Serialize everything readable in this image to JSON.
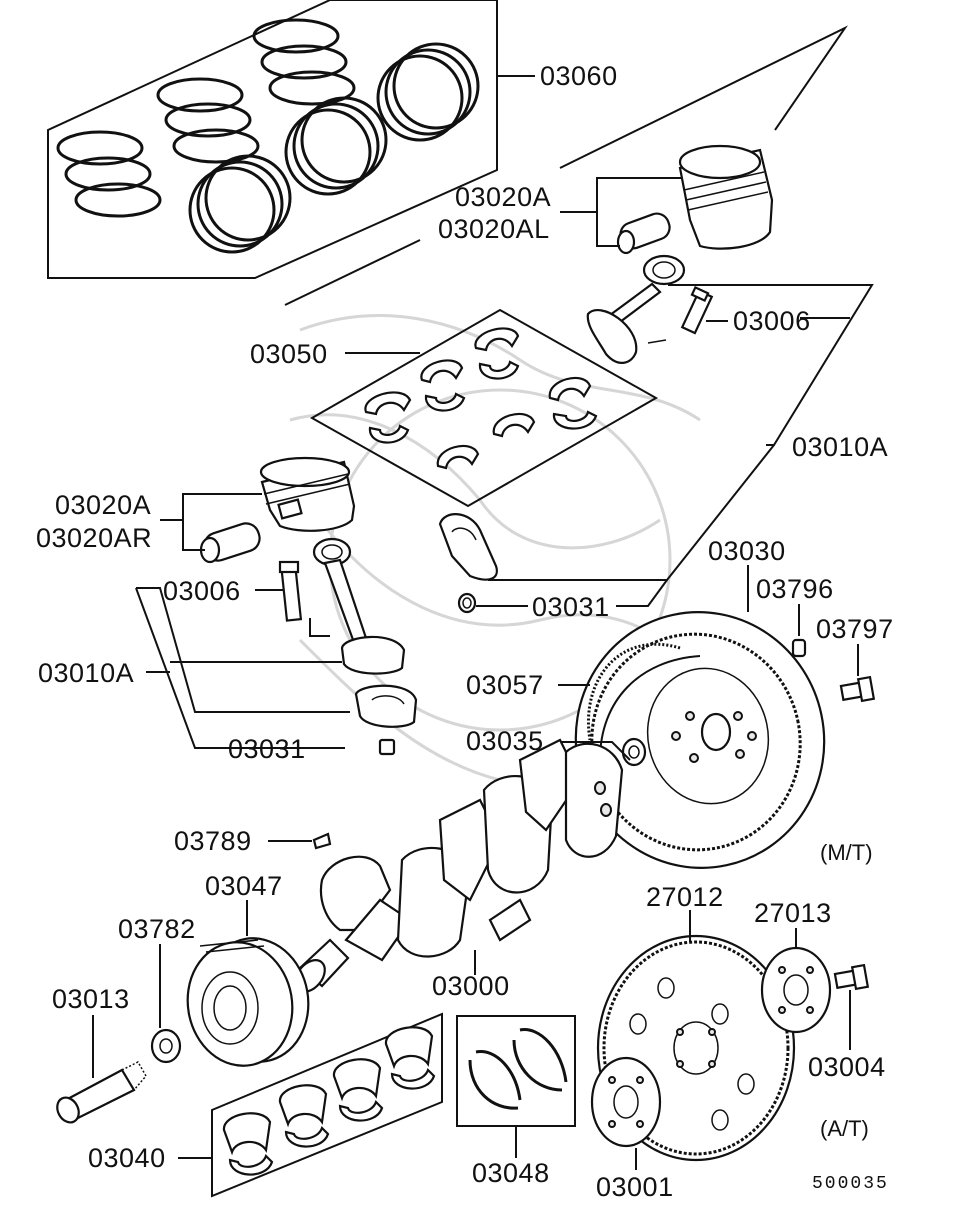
{
  "diagram_id": "500035",
  "labels": {
    "p03060": "03060",
    "p03020A_1": "03020A",
    "p03020AL": "03020AL",
    "p03006_1": "03006",
    "p03050": "03050",
    "p03010A_1": "03010A",
    "p03030": "03030",
    "p03796": "03796",
    "p03797": "03797",
    "p03020A_2": "03020A",
    "p03020AR": "03020AR",
    "p03006_2": "03006",
    "p03031_1": "03031",
    "p03057": "03057",
    "p03010A_2": "03010A",
    "p03031_2": "03031",
    "p03035": "03035",
    "p03789": "03789",
    "p03047": "03047",
    "p03782": "03782",
    "p03013": "03013",
    "p03000": "03000",
    "p27012": "27012",
    "p27013": "27013",
    "p03004": "03004",
    "p03040": "03040",
    "p03048": "03048",
    "p03001": "03001"
  },
  "variants": {
    "manual": "(M/T)",
    "automatic": "(A/T)"
  }
}
